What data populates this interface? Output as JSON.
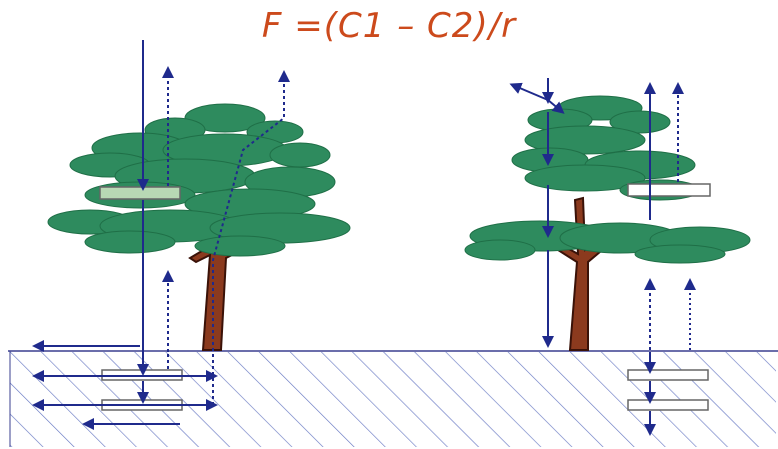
{
  "formula": {
    "text": "F =(C1 – C2)/r",
    "color": "#cc4a1c"
  },
  "colors": {
    "foliage": "#2e8b5e",
    "foliage_dark": "#1f6f47",
    "trunk": "#8b3a1e",
    "trunk_outline": "#3a1208",
    "arrow": "#1f2a8c",
    "ground_line": "#3a3f8f",
    "hatch": "#6b7bc4",
    "layer_fill_left": "#b8d8b4",
    "layer_stroke": "#666666"
  },
  "icons": {
    "left_tree": "tree-icon",
    "right_tree": "tree-icon",
    "soil": "hatched-ground",
    "sun": "incoming-radiation-arrow"
  }
}
